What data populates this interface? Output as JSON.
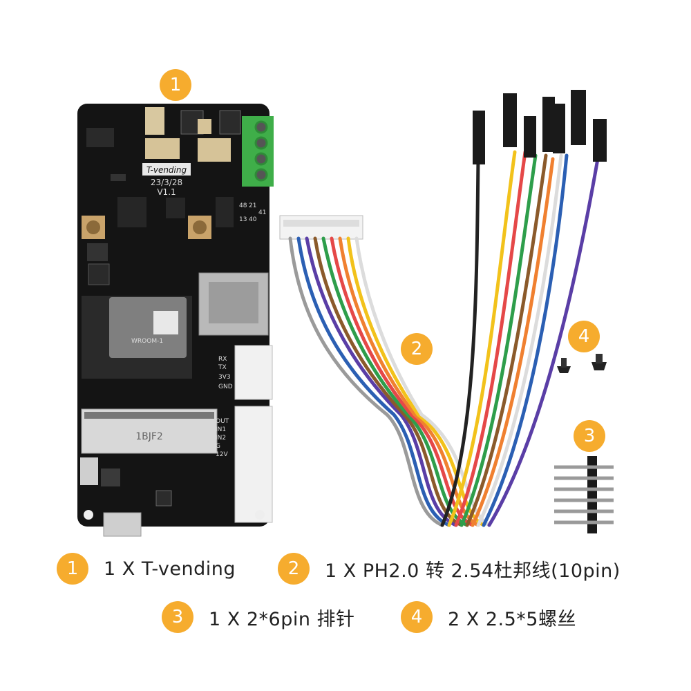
{
  "board": {
    "name": "T-vending",
    "date": "23/3/28",
    "version": "V1.1",
    "module_label": "1BJF2",
    "pin_labels_top": [
      "48",
      "21",
      "13",
      "40",
      "41"
    ],
    "pin_labels_mid": [
      "RX",
      "TX",
      "3V3",
      "GND"
    ],
    "pin_labels_low": [
      "OUT",
      "IN1",
      "IN2",
      "G",
      "12V"
    ],
    "module_brand": "WROOM-1"
  },
  "callouts": [
    {
      "num": "1"
    },
    {
      "num": "2"
    },
    {
      "num": "3"
    },
    {
      "num": "4"
    }
  ],
  "legend": [
    {
      "num": "1",
      "text": "1 X T-vending"
    },
    {
      "num": "2",
      "text": "1 X PH2.0 转 2.54杜邦线(10pin)"
    },
    {
      "num": "3",
      "text": "1 X 2*6pin 排针"
    },
    {
      "num": "4",
      "text": "2 X 2.5*5螺丝"
    }
  ],
  "colors": {
    "accent": "#f6ac2e",
    "pcb": "#111111",
    "terminal": "#3fae49"
  }
}
